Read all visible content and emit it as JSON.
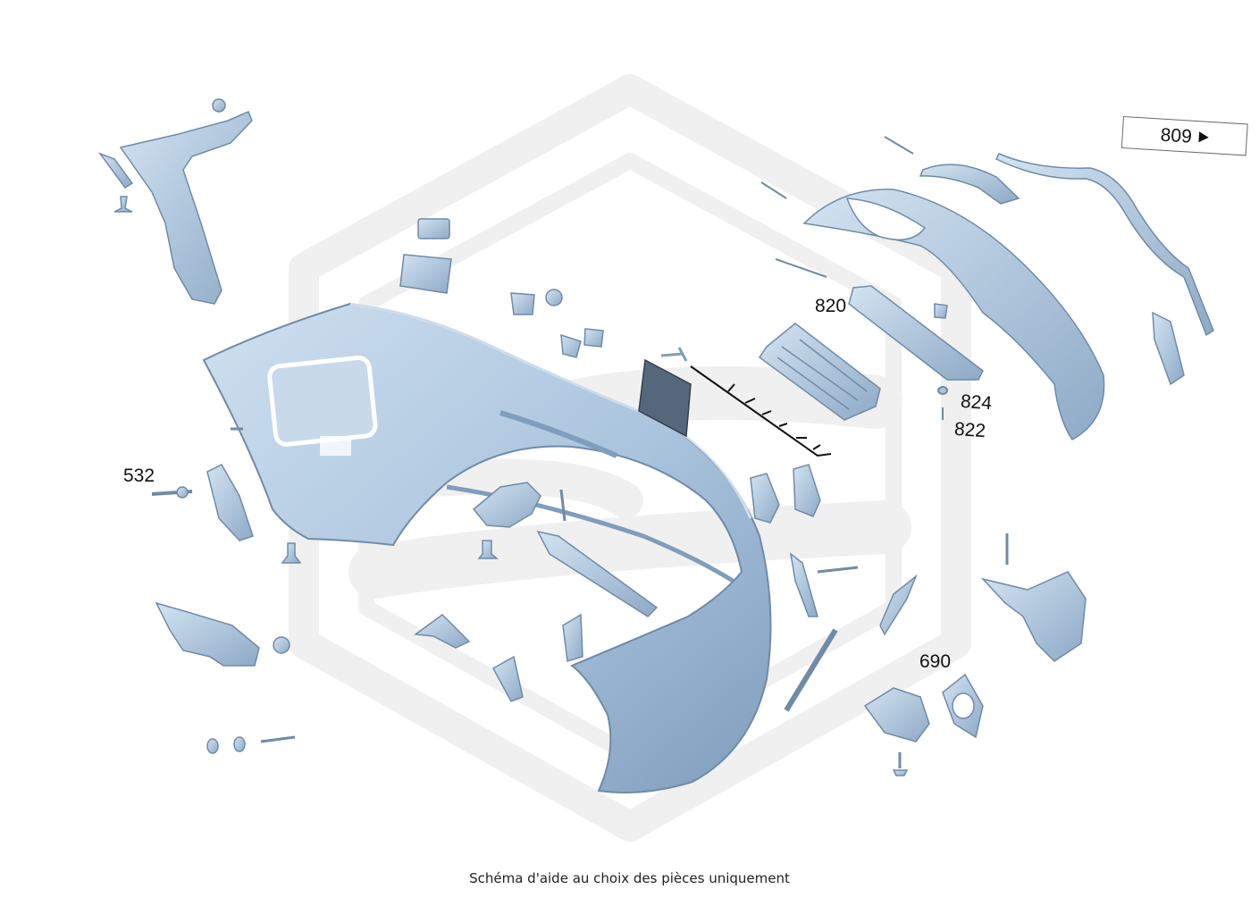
{
  "colors": {
    "part_fill": "#a9c3dd",
    "part_fill_light": "#c9dbec",
    "part_stroke": "#6f8ba8",
    "watermark": "#f0f0f0",
    "callout_text": "#111111"
  },
  "callouts": {
    "c532": "532",
    "c820": "820",
    "c824": "824",
    "c822": "822",
    "c690": "690"
  },
  "reference_box": {
    "label": "809",
    "icon": "arrow-right-icon"
  },
  "caption": "Schéma d'aide au choix des pièces uniquement"
}
